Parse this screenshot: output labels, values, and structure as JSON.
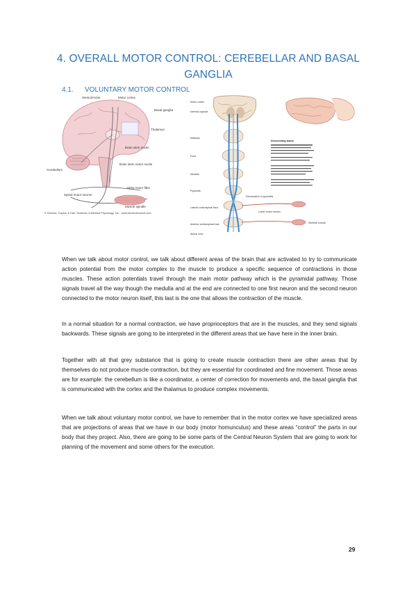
{
  "page": {
    "title": "4. OVERALL MOTOR CONTROL: CEREBELLAR AND BASAL GANGLIA",
    "section": {
      "number": "4.1.",
      "title": "VOLUNTARY MOTOR CONTROL"
    },
    "figures": {
      "left": {
        "labels": {
          "sensorimotor": "Sensorimotor",
          "cortex": "Motor cortex",
          "basal_ganglia": "Basal ganglia",
          "thalamus": "Thalamus",
          "brain_stem": "Brain stem nuclei",
          "cerebellum": "Cerebellum",
          "brain_stem_motor": "Brain stem motor nuclei",
          "spinal_motor_neuron": "Spinal motor neuron",
          "alpha_motor": "Alpha motor fiber",
          "muscle": "Muscle spindle",
          "credit": "© Elsevier. Guyton & Hall: Textbook of Medical Physiology 11e - www.studentconsult.com"
        }
      },
      "right": {
        "labels": {
          "motor_cortex": "Motor cortex",
          "internal_capsule": "Internal capsule",
          "midbrain": "Midbrain",
          "pons": "Pons",
          "medulla": "Medulla",
          "pyramids": "Pyramids",
          "decussation": "Decussation of pyramids",
          "lateral_tract": "Lateral corticospinal tract",
          "anterior_tract": "Anterior corticospinal tract",
          "spinal_cord": "Spinal cord",
          "descending_tracts": "Descending tracts",
          "lower_motor": "Lower motor neuron",
          "muscle": "Skeletal muscle"
        }
      }
    },
    "paragraphs": [
      "When we talk about motor control, we talk about different areas of the brain that are activated to try to communicate action potential from the motor complex to the muscle to produce a specific sequence of contractions in those muscles. These action potentials travel through the main motor pathway which is the pyramidal pathway. Those signals travel all the way though the medulla and at the end are connected to one first neuron and the second neuron connected to the motor neuron itself, this last is the one that allows the contraction of the muscle.",
      "In a normal situation for a normal contraction, we have proprioceptors that are in the muscles, and they send signals backwards. These signals are going to be interpreted in the different areas that we have here in the inner brain.",
      "Together with all that grey substance that is going to create muscle contraction there are other areas that by themselves do not produce muscle contraction, but they are essential for coordinated and fine movement. Those areas are for example: the cerebellum is like a coordinator, a center of correction for movements and, the basal ganglia that is communicated with the cortex and the thalamus to produce complex movements.",
      "When we talk about voluntary motor control, we have to remember that in the motor cortex we have specialized areas that are projections of areas that we have in our body (motor homunculus) and these areas “control” the parts in our body that they project. Also, there are going to be some parts of the Central Neuron System that are going to work for planning of the movement and some others for the execution."
    ],
    "page_number": "29"
  },
  "colors": {
    "heading": "#2e74b5",
    "text": "#1a1a1a"
  }
}
